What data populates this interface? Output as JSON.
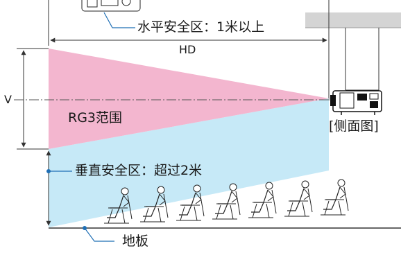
{
  "diagram": {
    "labels": {
      "horizontal_safe_zone": "水平安全区：1米以上",
      "hd": "HD",
      "v": "V",
      "rg3_range": "RG3范围",
      "side_view": "[侧面图]",
      "vertical_safe_zone": "垂直安全区：超过2米",
      "floor": "地板"
    },
    "colors": {
      "rg3_zone": "#f3b6cf",
      "safe_zone": "#c6e9f7",
      "callout_line": "#1f6fb5",
      "dimension_line": "#333333",
      "ceiling": "#d4d4d4"
    },
    "audience_seat_count": 7
  }
}
